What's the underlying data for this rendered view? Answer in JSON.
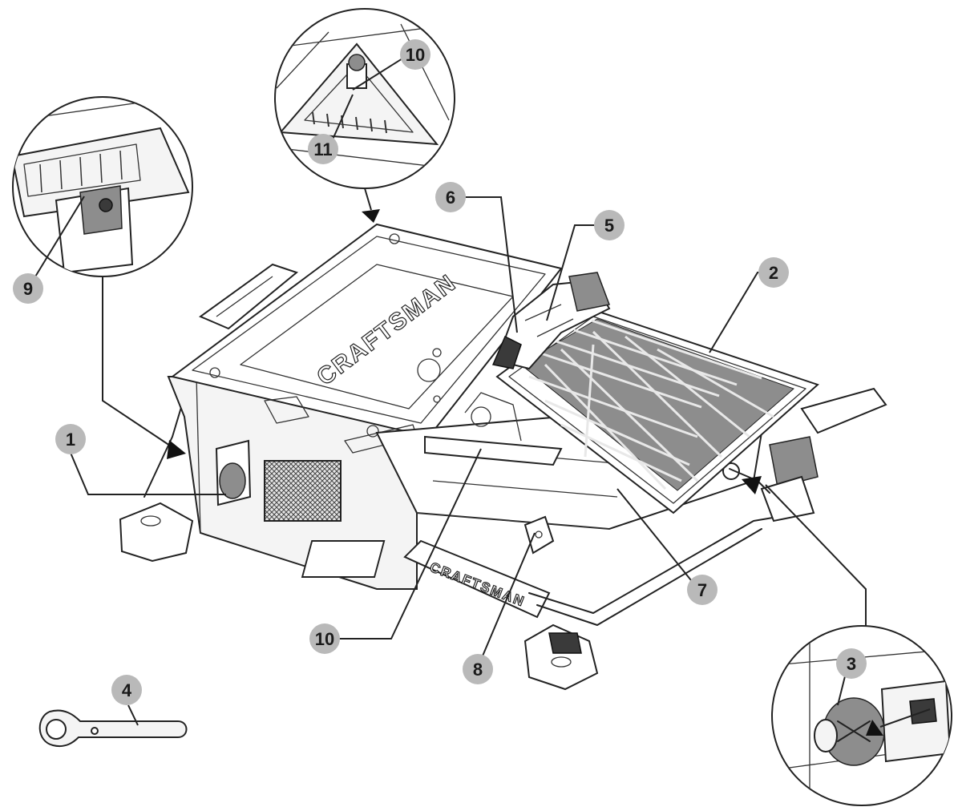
{
  "brand": {
    "top_logo": "CRAFTSMAN",
    "front_logo": "CRAFTSMAN"
  },
  "callouts": [
    {
      "id": "c1",
      "label": "1"
    },
    {
      "id": "c2",
      "label": "2"
    },
    {
      "id": "c3",
      "label": "3"
    },
    {
      "id": "c4",
      "label": "4"
    },
    {
      "id": "c5",
      "label": "5"
    },
    {
      "id": "c6",
      "label": "6"
    },
    {
      "id": "c7",
      "label": "7"
    },
    {
      "id": "c8",
      "label": "8"
    },
    {
      "id": "c9",
      "label": "9"
    },
    {
      "id": "c10a",
      "label": "10"
    },
    {
      "id": "c10b",
      "label": "10"
    },
    {
      "id": "c11",
      "label": "11"
    }
  ],
  "colors": {
    "callout_fill": "#b9b9b9",
    "line": "#222222",
    "tile_shade": "#8d8d8d"
  }
}
